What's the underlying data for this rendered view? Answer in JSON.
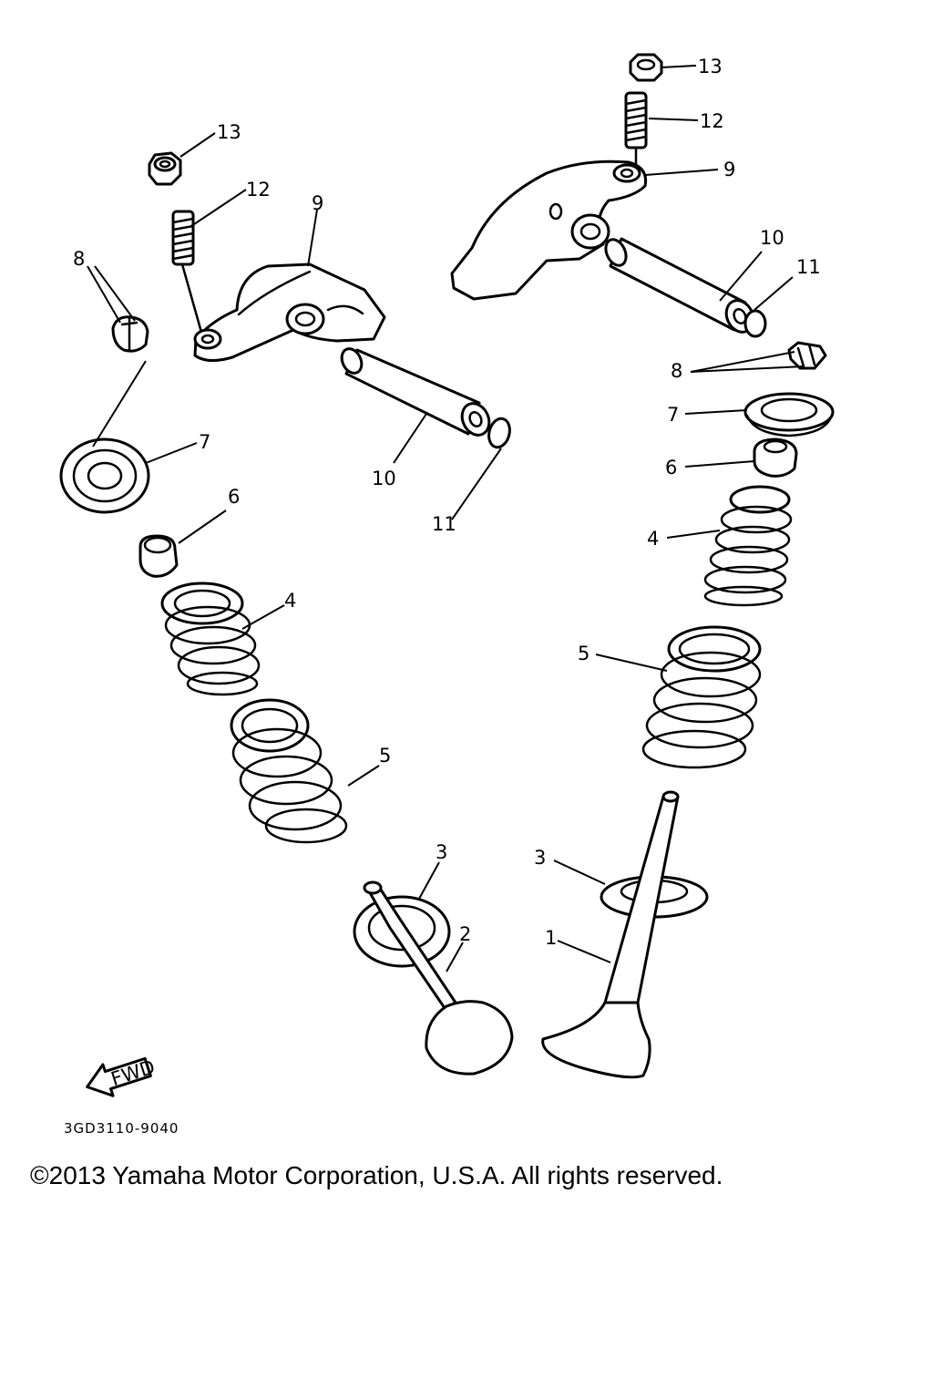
{
  "labels": {
    "l13a": "13",
    "l12a": "12",
    "l9a": "9",
    "l8a": "8",
    "l10a": "10",
    "l11a": "11",
    "l7a": "7",
    "l6a": "6",
    "l4a": "4",
    "l5a": "5",
    "l3a": "3",
    "l2": "2",
    "l13b": "13",
    "l12b": "12",
    "l9b": "9",
    "l10b": "10",
    "l11b": "11",
    "l8b": "8",
    "l7b": "7",
    "l6b": "6",
    "l4b": "4",
    "l5b": "5",
    "l3b": "3",
    "l1": "1"
  },
  "fwd_label": "FWD",
  "diagram_code": "3GD3110-9040",
  "copyright": "©2013 Yamaha Motor Corporation, U.S.A. All rights reserved.",
  "colors": {
    "line": "#000000",
    "background": "#ffffff"
  }
}
